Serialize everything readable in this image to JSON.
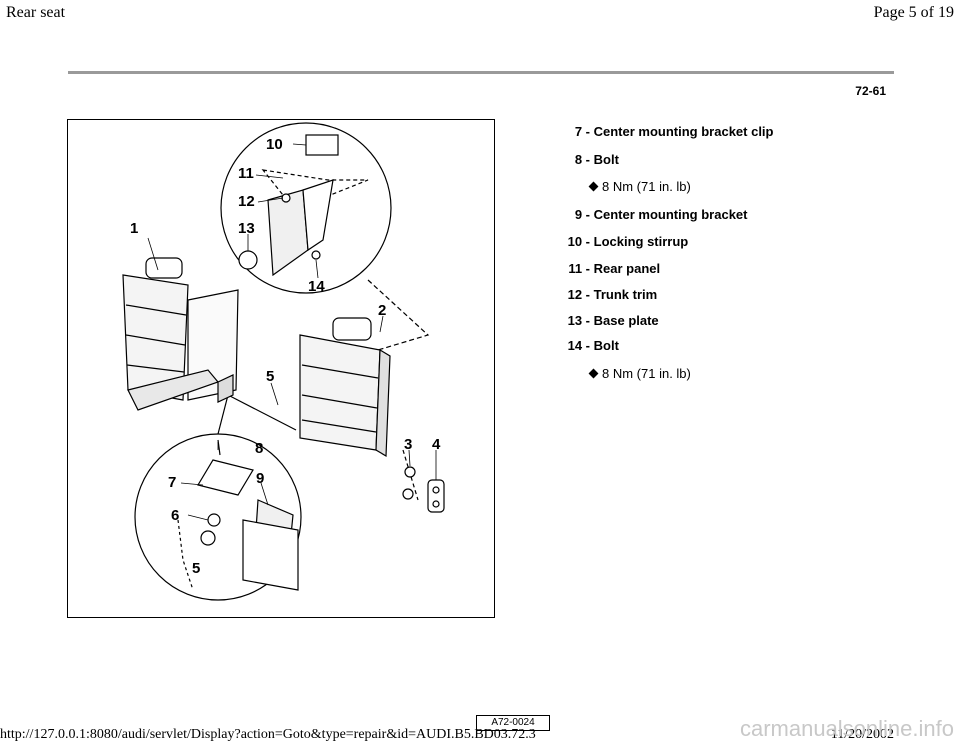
{
  "header": {
    "title": "Rear seat",
    "page": "Page 5 of 19"
  },
  "page_code": "72-61",
  "figure": {
    "label": "A72-0024",
    "callouts": [
      "1",
      "2",
      "3",
      "4",
      "5",
      "5",
      "6",
      "7",
      "8",
      "9",
      "10",
      "11",
      "12",
      "13",
      "14"
    ]
  },
  "legend": [
    {
      "num": "7 -",
      "label": "Center mounting bracket clip"
    },
    {
      "num": "8 -",
      "label": "Bolt"
    },
    {
      "spec": "8 Nm (71 in. lb)"
    },
    {
      "num": "9 -",
      "label": "Center mounting bracket"
    },
    {
      "num": "10 -",
      "label": "Locking stirrup"
    },
    {
      "num": "11 -",
      "label": "Rear panel"
    },
    {
      "num": "12 -",
      "label": "Trunk trim"
    },
    {
      "num": "13 -",
      "label": "Base plate"
    },
    {
      "num": "14 -",
      "label": "Bolt"
    },
    {
      "spec": "8 Nm (71 in. lb)"
    }
  ],
  "footer": {
    "url": "http://127.0.0.1:8080/audi/servlet/Display?action=Goto&type=repair&id=AUDI.B5.BD03.72.3",
    "date": "11/20/2002",
    "watermark": "carmanualsonline.info"
  }
}
